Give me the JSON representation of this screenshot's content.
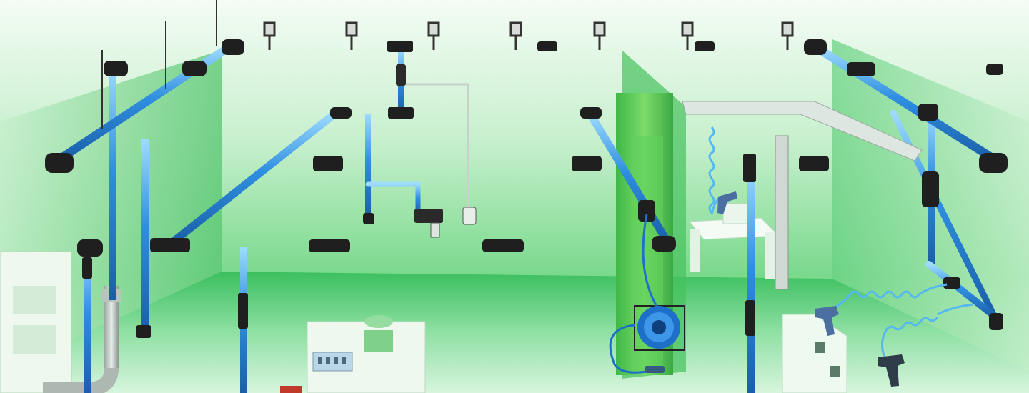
{
  "diagram": {
    "colors": {
      "pipe": "#2f8fe0",
      "pipe_highlight": "#8fd2ff",
      "fitting": "#1f1f1f",
      "wall_light": "#c9f0cf",
      "wall_mid": "#7ed98e",
      "wall_dark": "#35b657",
      "floor": "#9ee5ae",
      "column": "#4cc44a",
      "equipment": "#e9f7ea",
      "hose": "#1d6fc8",
      "coil": "#55b8f0"
    },
    "components": [
      {
        "name": "main-ring-pipe",
        "icon": "pipe-loop"
      },
      {
        "name": "hanger-bracket",
        "icon": "bracket-icon",
        "count": 7
      },
      {
        "name": "drop-line",
        "icon": "pipe-drop"
      },
      {
        "name": "hose-reel",
        "icon": "hose-reel-icon"
      },
      {
        "name": "blow-gun",
        "icon": "air-gun-icon",
        "count": 3
      },
      {
        "name": "coiled-hose",
        "icon": "coil-hose-icon",
        "count": 3
      },
      {
        "name": "filter-regulator",
        "icon": "frl-icon"
      },
      {
        "name": "compressor-unit",
        "icon": "compressor-icon"
      },
      {
        "name": "workbench",
        "icon": "workbench-icon",
        "count": 2
      }
    ]
  }
}
